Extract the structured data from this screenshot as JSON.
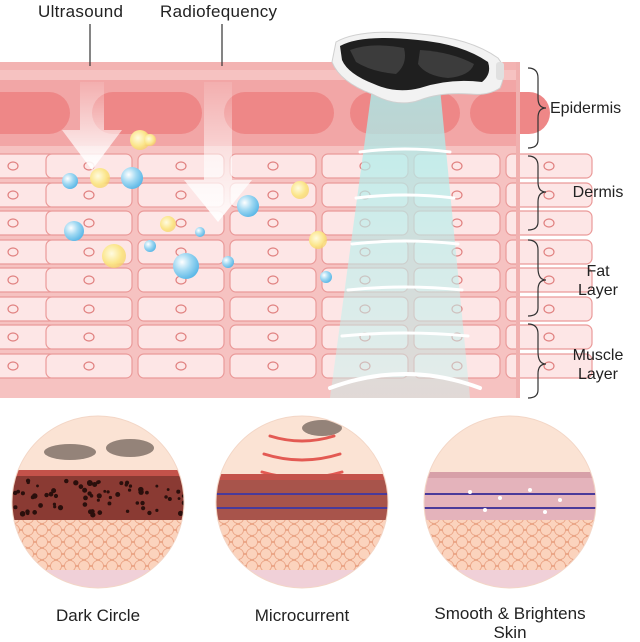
{
  "top_labels": {
    "ultrasound": "Ultrasound",
    "radiofrequency": "Radiofequency"
  },
  "layers": {
    "epidermis": "Epidermis",
    "dermis": "Dermis",
    "fat_line1": "Fat",
    "fat_line2": "Layer",
    "muscle_line1": "Muscle",
    "muscle_line2": "Layer"
  },
  "circles": {
    "dark_circle": "Dark Circle",
    "microcurrent": "Microcurrent",
    "smooth_line1": "Smooth & Brightens",
    "smooth_line2": "Skin"
  },
  "colors": {
    "skin_pink": "#f7c4c3",
    "cell_border": "#e98f8e",
    "epidermis_red": "#ef8a8b",
    "beam_cyan": "#9fe7e2",
    "dark_layer": "#8a3a33",
    "fat_cells": "#f6c6aa"
  },
  "icons": {
    "device": "eye-massager-device-icon"
  }
}
